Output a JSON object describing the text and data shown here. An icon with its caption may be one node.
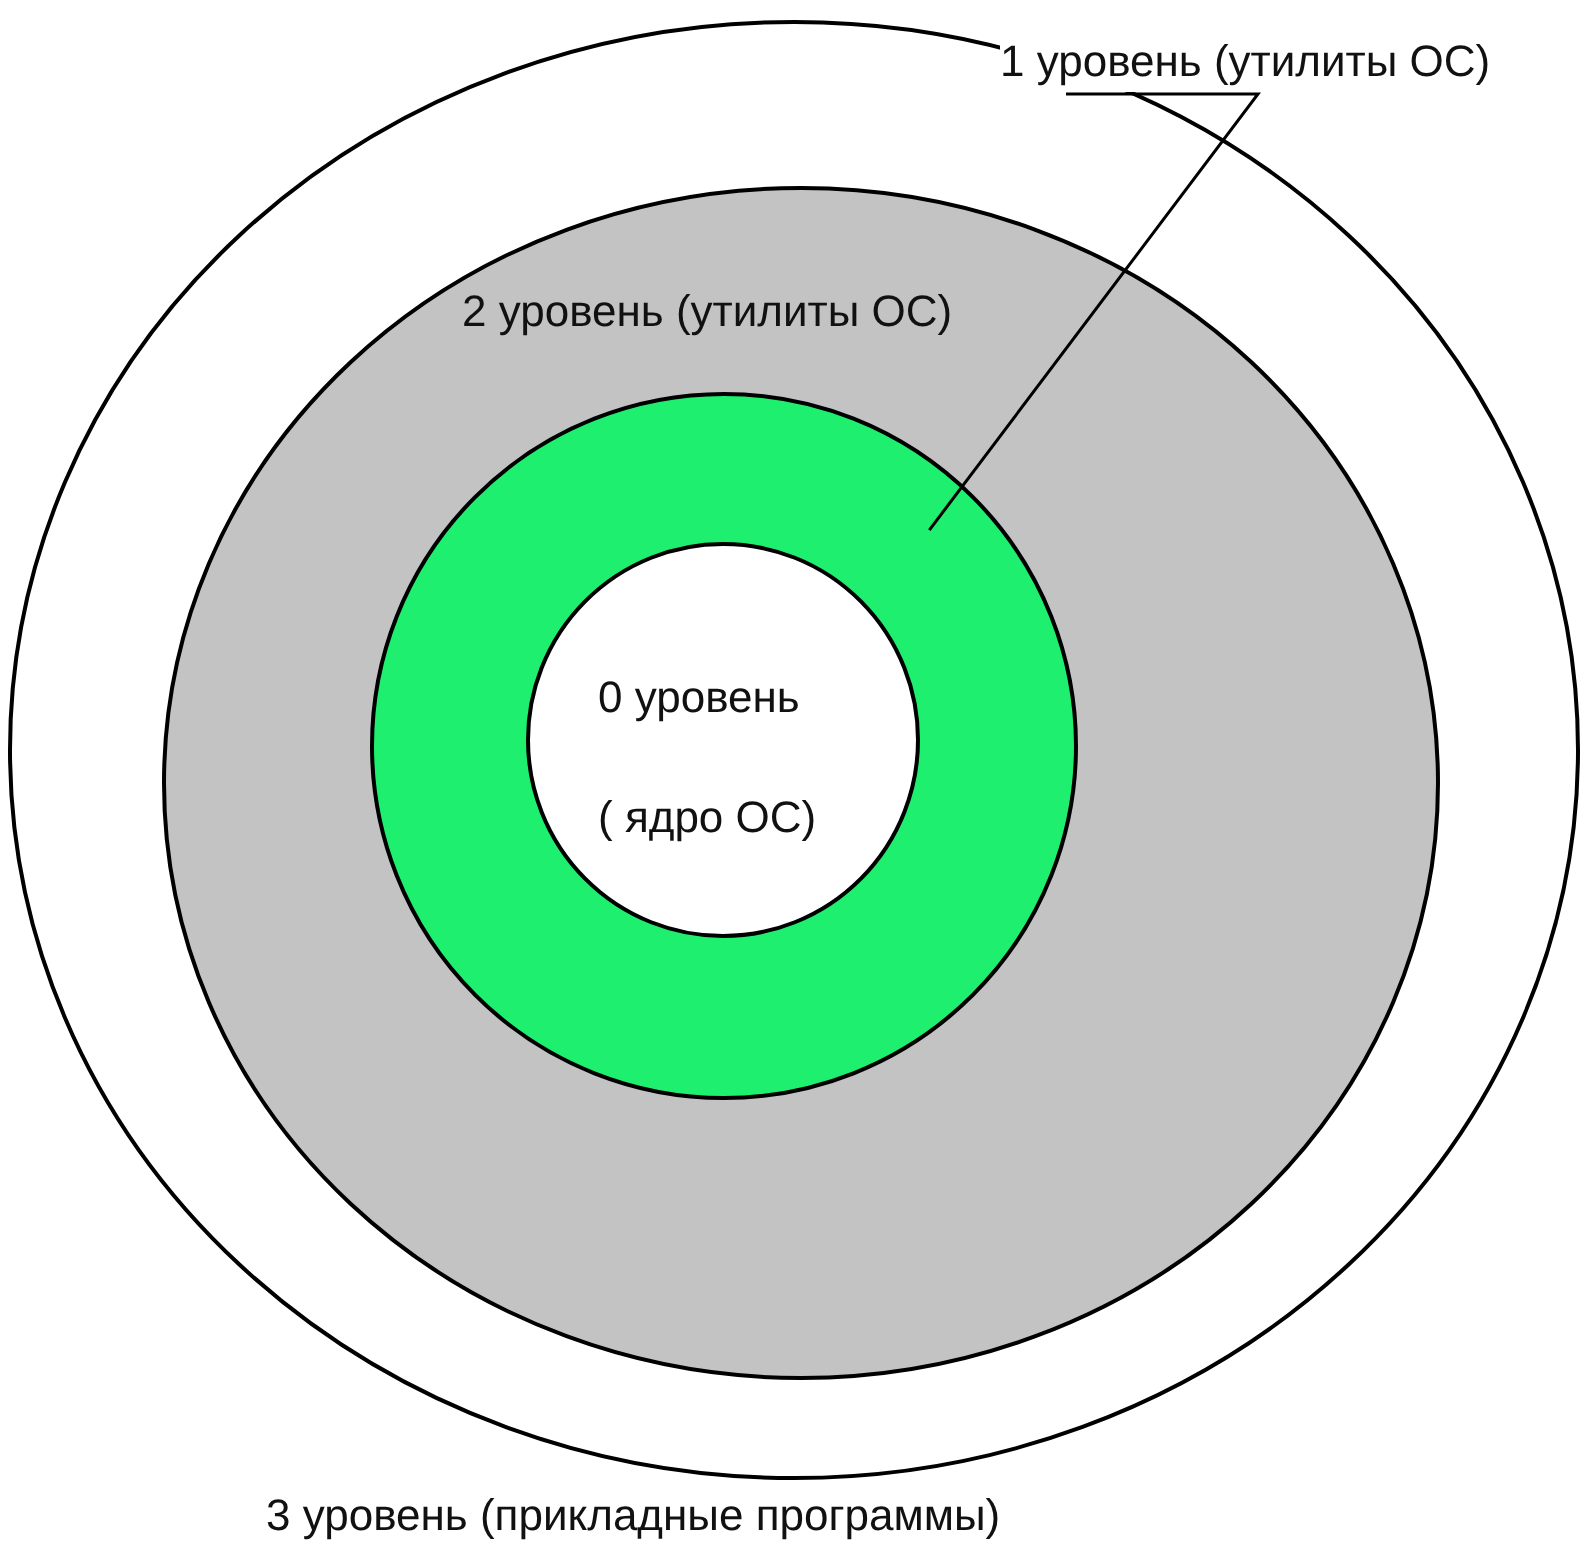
{
  "diagram": {
    "nodes": [
      {
        "text": [
          "3 уровень (прикладные программы)"
        ]
      },
      {
        "text": [
          "1 уровень (утилиты ОС)"
        ]
      },
      {
        "text": [
          "2 уровень (утилиты ОС)"
        ],
        "in": 0
      },
      {
        "text": [],
        "shape": "circle",
        "in": 2
      },
      {
        "text": [
          "0 уровень",
          "( ядро ОС)"
        ],
        "in": 3
      }
    ],
    "edges": [
      {
        "from": 1,
        "to": 3,
        "arrow": "none"
      }
    ]
  }
}
